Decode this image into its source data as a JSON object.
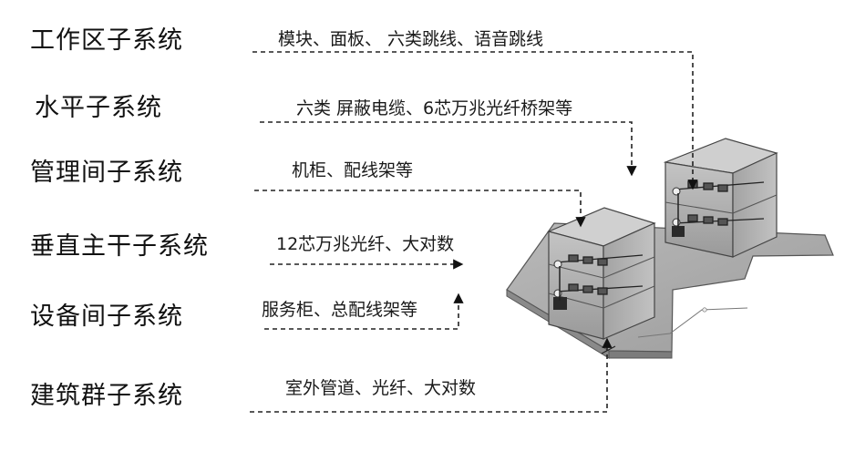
{
  "subsystems": [
    {
      "name": "工作区子系统",
      "desc": "模块、面板、 六类跳线、语音跳线"
    },
    {
      "name": "水平子系统",
      "desc": "六类  屏蔽电缆、6芯万兆光纤桥架等"
    },
    {
      "name": "管理间子系统",
      "desc": "机柜、配线架等"
    },
    {
      "name": "垂直主干子系统",
      "desc": "12芯万兆光纤、大对数"
    },
    {
      "name": "设备间子系统",
      "desc": "服务柜、总配线架等"
    },
    {
      "name": "建筑群子系统",
      "desc": "室外管道、光纤、大对数"
    }
  ]
}
